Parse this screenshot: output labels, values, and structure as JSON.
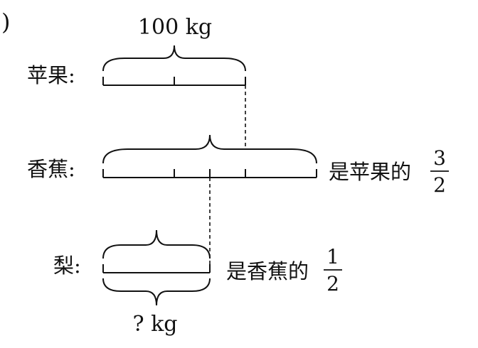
{
  "paren": ")",
  "rows": {
    "apple": {
      "label": "苹果:",
      "quantity": "100 kg"
    },
    "banana": {
      "label": "香蕉:",
      "relation_text": "是苹果的",
      "fraction": {
        "numerator": "3",
        "denominator": "2"
      }
    },
    "pear": {
      "label": "梨:",
      "relation_text": "是香蕉的",
      "fraction": {
        "numerator": "1",
        "denominator": "2"
      },
      "quantity": "? kg"
    }
  }
}
